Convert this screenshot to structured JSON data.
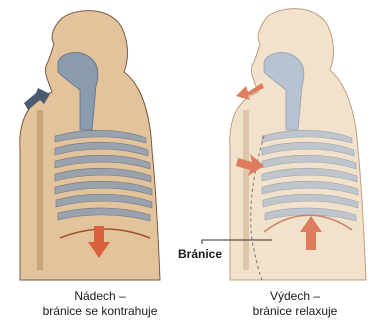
{
  "figure": {
    "left": {
      "caption_line1": "Nádech –",
      "caption_line2": "bránice se kontrahuje"
    },
    "right": {
      "caption_line1": "Výdech –",
      "caption_line2": "bránice relaxuje"
    },
    "label_diaphragm": "Bránice"
  },
  "colors": {
    "skin": "#e3c39b",
    "skin_light": "#f1dcc0",
    "airway": "#8a9bb0",
    "ribs": "#9aa3ad",
    "arrow": "#d9603a",
    "arrow_air_in": "#4a5b6e",
    "outline": "#7a5a40"
  }
}
